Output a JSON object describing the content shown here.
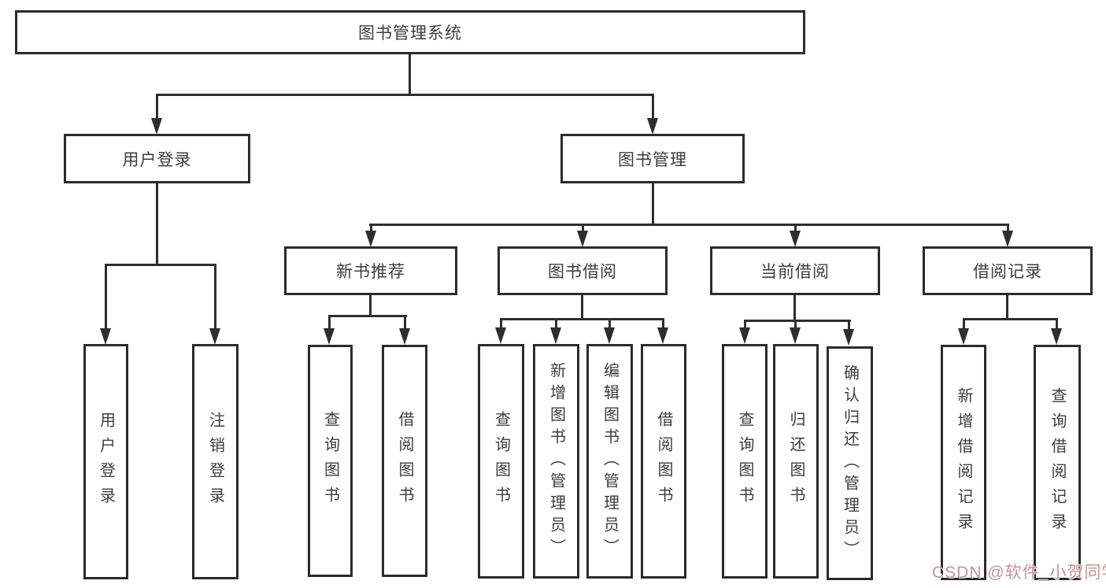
{
  "diagram": {
    "title": "图书管理系统",
    "branches": [
      {
        "label": "用户登录",
        "children": [
          {
            "label": "用户登录"
          },
          {
            "label": "注销登录"
          }
        ]
      },
      {
        "label": "图书管理",
        "groups": [
          {
            "label": "新书推荐",
            "children": [
              {
                "label": "查询图书"
              },
              {
                "label": "借阅图书"
              }
            ]
          },
          {
            "label": "图书借阅",
            "children": [
              {
                "label": "查询图书"
              },
              {
                "label": "新增图书（管理员）"
              },
              {
                "label": "编辑图书（管理员）"
              },
              {
                "label": "借阅图书"
              }
            ]
          },
          {
            "label": "当前借阅",
            "children": [
              {
                "label": "查询图书"
              },
              {
                "label": "归还图书"
              },
              {
                "label": "确认归还（管理员）"
              }
            ]
          },
          {
            "label": "借阅记录",
            "children": [
              {
                "label": "新增借阅记录"
              },
              {
                "label": "查询借阅记录"
              }
            ]
          }
        ]
      }
    ],
    "line_color": "#2e2e2e",
    "text_color": "#3d3d3d"
  },
  "watermark": {
    "text": "CSDN @软件_小贺同学",
    "color": "#c59494"
  }
}
